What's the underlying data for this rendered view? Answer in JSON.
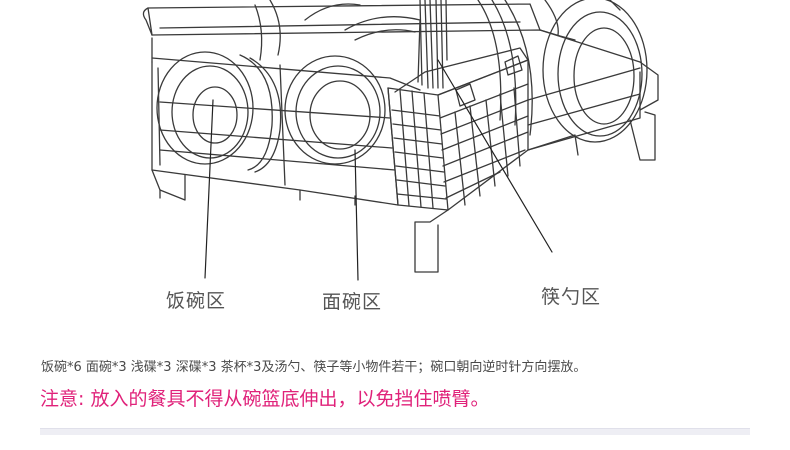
{
  "labels": {
    "rice_bowl_zone": "饭碗区",
    "noodle_bowl_zone": "面碗区",
    "chopsticks_zone": "筷勺区"
  },
  "note": "饭碗*6 面碗*3 浅碟*3 深碟*3 茶杯*3及汤勺、筷子等小物件若干；碗口朝向逆时针方向摆放。",
  "warning": "注意: 放入的餐具不得从碗篮底伸出，以免挡住喷臂。"
}
